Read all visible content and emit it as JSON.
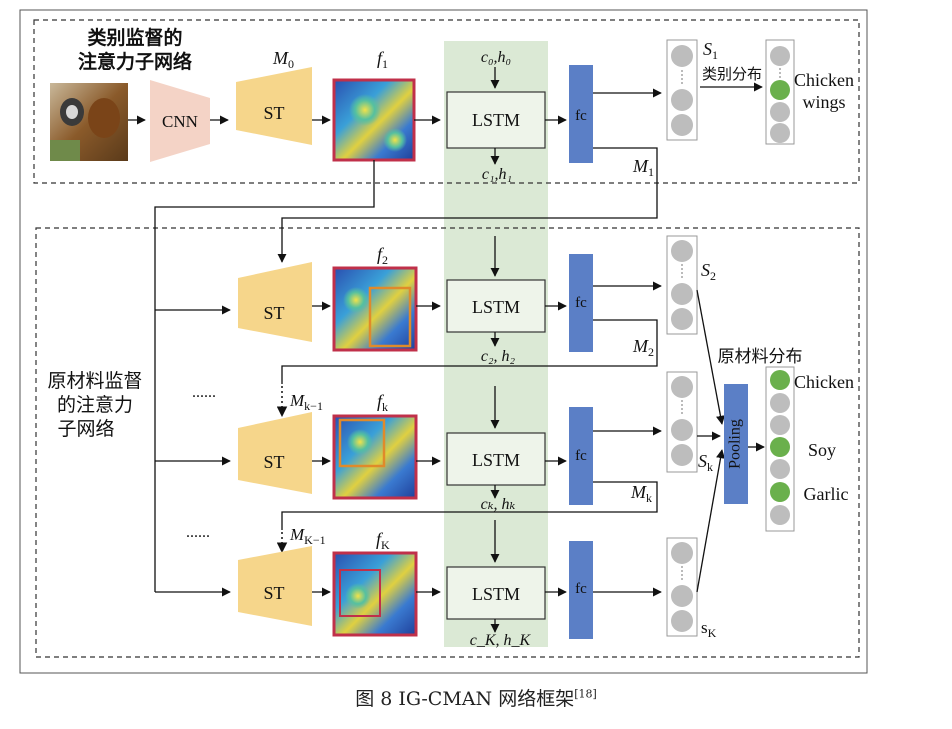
{
  "top_section": {
    "title_line1": "类别监督的",
    "title_line2": "注意力子网络",
    "cnn_label": "CNN",
    "st_label": "ST",
    "m0_label": "M",
    "m0_sub": "0",
    "f1_label": "f",
    "f1_sub": "1",
    "lstm_label": "LSTM",
    "c0h0": "c₀,h₀",
    "c1h1": "c₁,h₁",
    "fc_label": "fc",
    "s1_label": "S",
    "s1_sub": "1",
    "class_dist_label": "类别分布",
    "m1_label": "M",
    "m1_sub": "1",
    "chicken_wings_line1": "Chicken",
    "chicken_wings_line2": "wings"
  },
  "bottom_section": {
    "title_line1": "原材料监督",
    "title_line2": "的注意力",
    "title_line3": "子网络",
    "st_label": "ST",
    "lstm_label": "LSTM",
    "fc_label": "fc",
    "pooling_label": "Pooling",
    "ingredient_dist_label": "原材料分布",
    "dots_k": "......",
    "dots_K": "......",
    "rows": [
      {
        "f_label": "f",
        "f_sub": "2",
        "ch_label": "c₂, h₂",
        "m_label": "M",
        "m_sub": "2",
        "s_label": "S",
        "s_sub": "2",
        "m_in": "",
        "m_in_sub": ""
      },
      {
        "f_label": "f",
        "f_sub": "k",
        "ch_label": "cₖ, hₖ",
        "m_label": "M",
        "m_sub": "k",
        "s_label": "S",
        "s_sub": "k",
        "m_in": "M",
        "m_in_sub": "k−1"
      },
      {
        "f_label": "f",
        "f_sub": "K",
        "ch_label": "c_K, h_K",
        "m_label": "",
        "m_sub": "",
        "s_label": "s",
        "s_sub": "K",
        "m_in": "M",
        "m_in_sub": "K−1"
      }
    ],
    "ingredients": [
      "Chicken",
      "Soy",
      "Garlic"
    ]
  },
  "caption": {
    "text": "图 8   IG-CMAN 网络框架",
    "ref": "[18]"
  },
  "colors": {
    "st_fill": "#f6d68b",
    "cnn_fill": "#f4d3c6",
    "fc_fill": "#5b7fc6",
    "lstm_band": "#dbe9d5",
    "lstm_box": "#eef4ea",
    "circle_gray": "#bdbdbd",
    "circle_green": "#6ab04c",
    "heatmap_border": "#c0304a"
  }
}
